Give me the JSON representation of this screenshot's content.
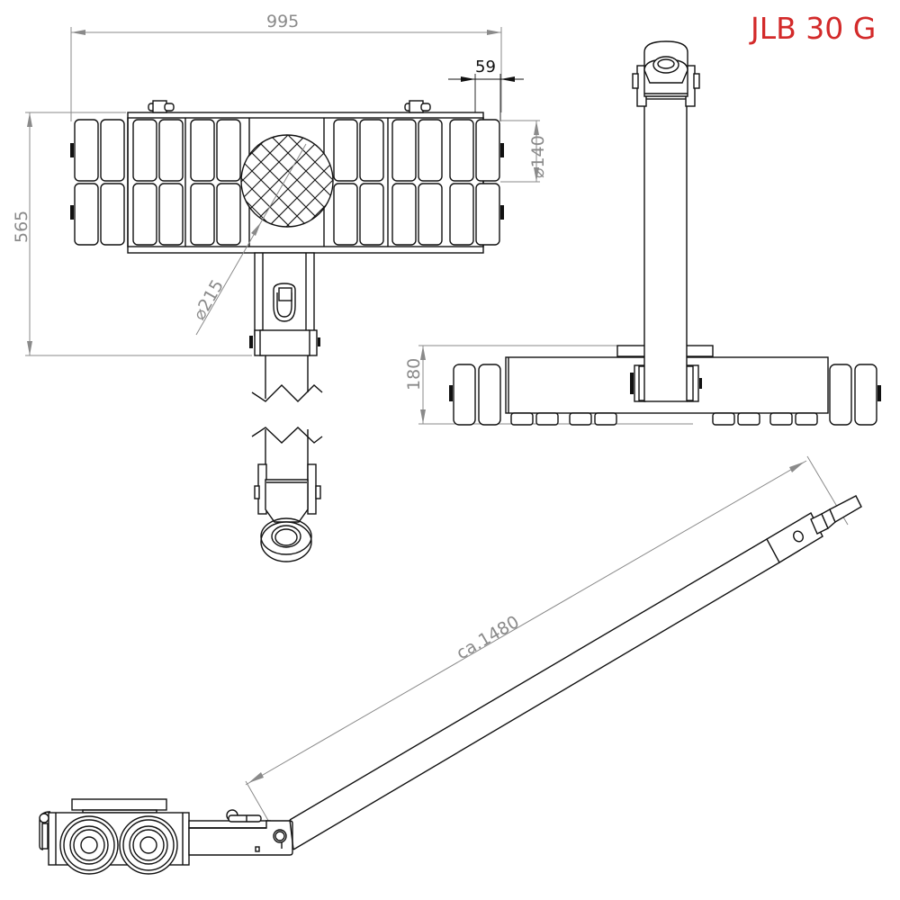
{
  "title": {
    "text": "JLB 30 G",
    "color": "#d32a2a"
  },
  "views": {
    "top_view": {
      "label": "Top view of skate with tow bar (broken)",
      "dimensions": {
        "overall_width": "995",
        "overall_depth": "565",
        "wheel_width": "59",
        "wheel_diameter": "⌀140",
        "turntable_diameter": "⌀215"
      },
      "wheel_rows": 2,
      "wheels_per_row": 12
    },
    "side_view": {
      "label": "Front view with tow bar raised",
      "dimensions": {
        "height": "180"
      }
    },
    "angled_view": {
      "label": "Side view with tow bar angled",
      "dimensions": {
        "bar_length": "ca.1480"
      }
    }
  },
  "colors": {
    "line": "#111111",
    "dimension": "#8a8a8a",
    "title": "#d32a2a"
  }
}
